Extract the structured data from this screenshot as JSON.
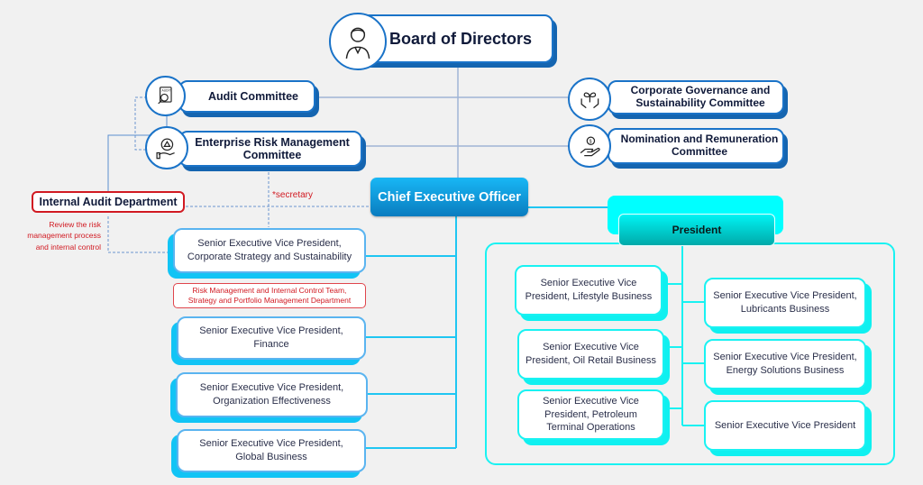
{
  "board": {
    "title": "Board of Directors",
    "icon": "businessman-icon"
  },
  "committees": {
    "audit": {
      "label": "Audit Committee",
      "icon": "audit-document-icon"
    },
    "risk": {
      "label": "Enterprise Risk Management Committee",
      "icon": "gear-warning-hand-icon"
    },
    "governance": {
      "label": "Corporate Governance and Sustainability Committee",
      "icon": "plant-hands-icon"
    },
    "nomination": {
      "label": "Nomination and Remuneration Committee",
      "icon": "money-hand-icon"
    }
  },
  "internal_audit": {
    "label": "Internal Audit Department",
    "note": "Review the risk management process and internal control",
    "secretary_note": "*secretary"
  },
  "ceo": {
    "label": "Chief Executive Officer"
  },
  "ceo_reports": [
    {
      "label": "Senior Executive Vice President, Corporate Strategy and Sustainability"
    },
    {
      "label": "Senior Executive Vice President, Finance"
    },
    {
      "label": "Senior Executive Vice President, Organization Effectiveness"
    },
    {
      "label": "Senior Executive Vice President, Global Business"
    }
  ],
  "risk_team": {
    "label": "Risk Management and Internal Control Team, Strategy and Portfolio Management Department"
  },
  "president": {
    "label": "President",
    "left_reports": [
      {
        "label": "Senior Executive Vice President, Lifestyle Business"
      },
      {
        "label": "Senior Executive Vice President, Oil Retail Business"
      },
      {
        "label": "Senior Executive Vice President, Petroleum Terminal Operations"
      }
    ],
    "right_reports": [
      {
        "label": "Senior Executive Vice President, Lubricants Business"
      },
      {
        "label": "Senior Executive Vice President, Energy Solutions Business"
      },
      {
        "label": "Senior Executive Vice President"
      }
    ]
  },
  "colors": {
    "navy": "#1a73c8",
    "ceo_blue": "#0a9ad8",
    "cyan": "#00ffff",
    "red": "#d11a22",
    "background": "#f1f1f1"
  }
}
